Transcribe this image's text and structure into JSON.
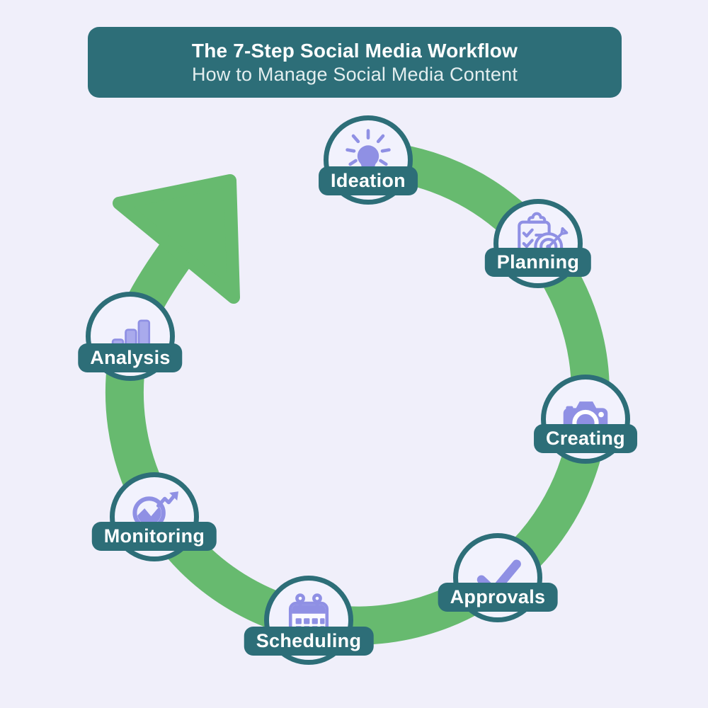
{
  "header": {
    "title": "The 7-Step Social Media Workflow",
    "subtitle": "How to Manage Social Media Content"
  },
  "diagram": {
    "type": "circular-workflow",
    "direction": "clockwise",
    "step_count": 7
  },
  "steps": [
    {
      "label": "Ideation",
      "icon": "lightbulb-icon"
    },
    {
      "label": "Planning",
      "icon": "clipboard-target-icon"
    },
    {
      "label": "Creating",
      "icon": "camera-icon"
    },
    {
      "label": "Approvals",
      "icon": "checkmark-icon"
    },
    {
      "label": "Scheduling",
      "icon": "calendar-icon"
    },
    {
      "label": "Monitoring",
      "icon": "magnifier-trend-icon"
    },
    {
      "label": "Analysis",
      "icon": "bar-chart-icon"
    }
  ],
  "colors": {
    "background": "#F0EFFA",
    "teal": "#2D6E78",
    "arrow_green": "#67BA6F",
    "icon_purple": "#8F90E4",
    "icon_purple_light": "#A9AAEC",
    "circle_fill": "#F2F2FD",
    "text_white": "#FFFFFF"
  }
}
